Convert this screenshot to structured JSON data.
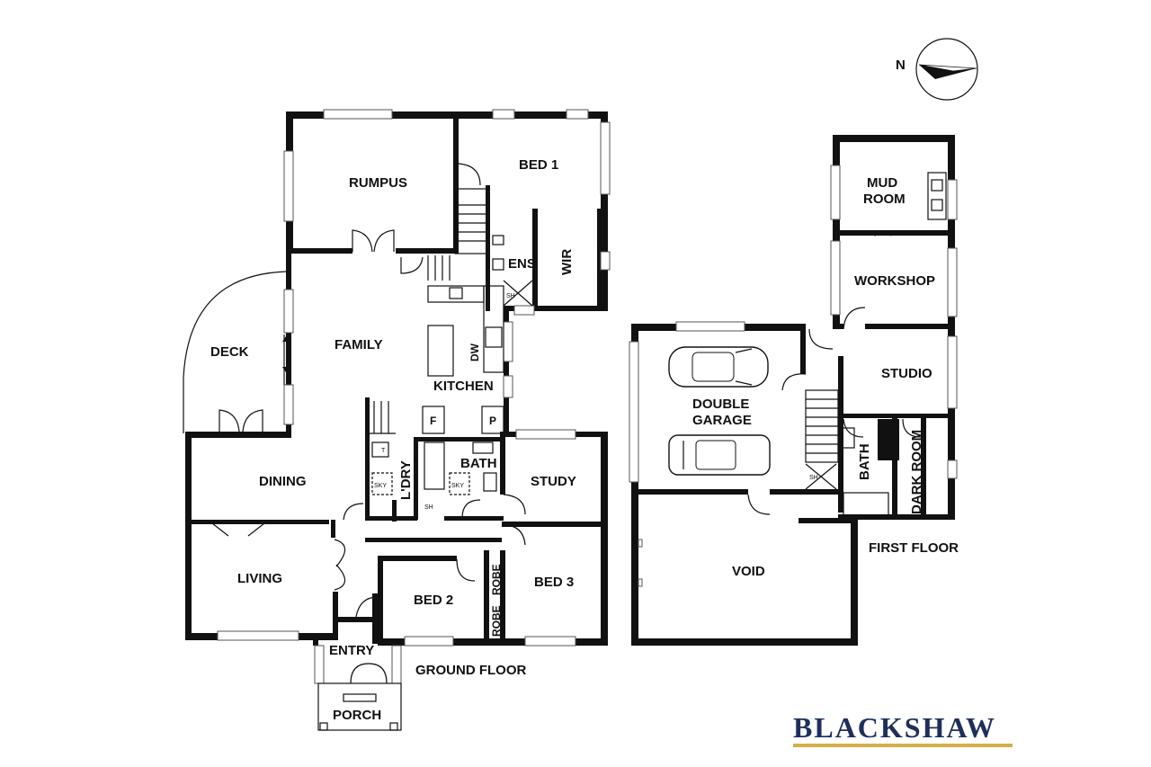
{
  "compass": {
    "north_label": "N"
  },
  "floors": {
    "ground": "GROUND FLOOR",
    "first": "FIRST FLOOR"
  },
  "rooms": {
    "rumpus": "RUMPUS",
    "bed1": "BED 1",
    "ens": "ENS",
    "wir": "WIR",
    "deck": "DECK",
    "family": "FAMILY",
    "kitchen": "KITCHEN",
    "dw": "DW",
    "f": "F",
    "p": "P",
    "dining": "DINING",
    "ldry": "L'DRY",
    "bath_g": "BATH",
    "study": "STUDY",
    "living": "LIVING",
    "bed2": "BED 2",
    "bed3": "BED 3",
    "robe1": "ROBE",
    "robe2": "ROBE",
    "entry": "ENTRY",
    "porch": "PORCH",
    "mud_room_1": "MUD",
    "mud_room_2": "ROOM",
    "workshop": "WORKSHOP",
    "studio": "STUDIO",
    "double_garage_1": "DOUBLE",
    "double_garage_2": "GARAGE",
    "bath_f": "BATH",
    "dark_room": "DARK ROOM",
    "void": "VOID"
  },
  "fixtures": {
    "sh1": "SH",
    "sh2": "SH",
    "sh3": "SH",
    "sky1": "SKY",
    "sky2": "SKY",
    "t": "T"
  },
  "brand": {
    "name": "BLACKSHAW",
    "color": "#1f2f5a",
    "underline_color": "#d4b04a"
  }
}
